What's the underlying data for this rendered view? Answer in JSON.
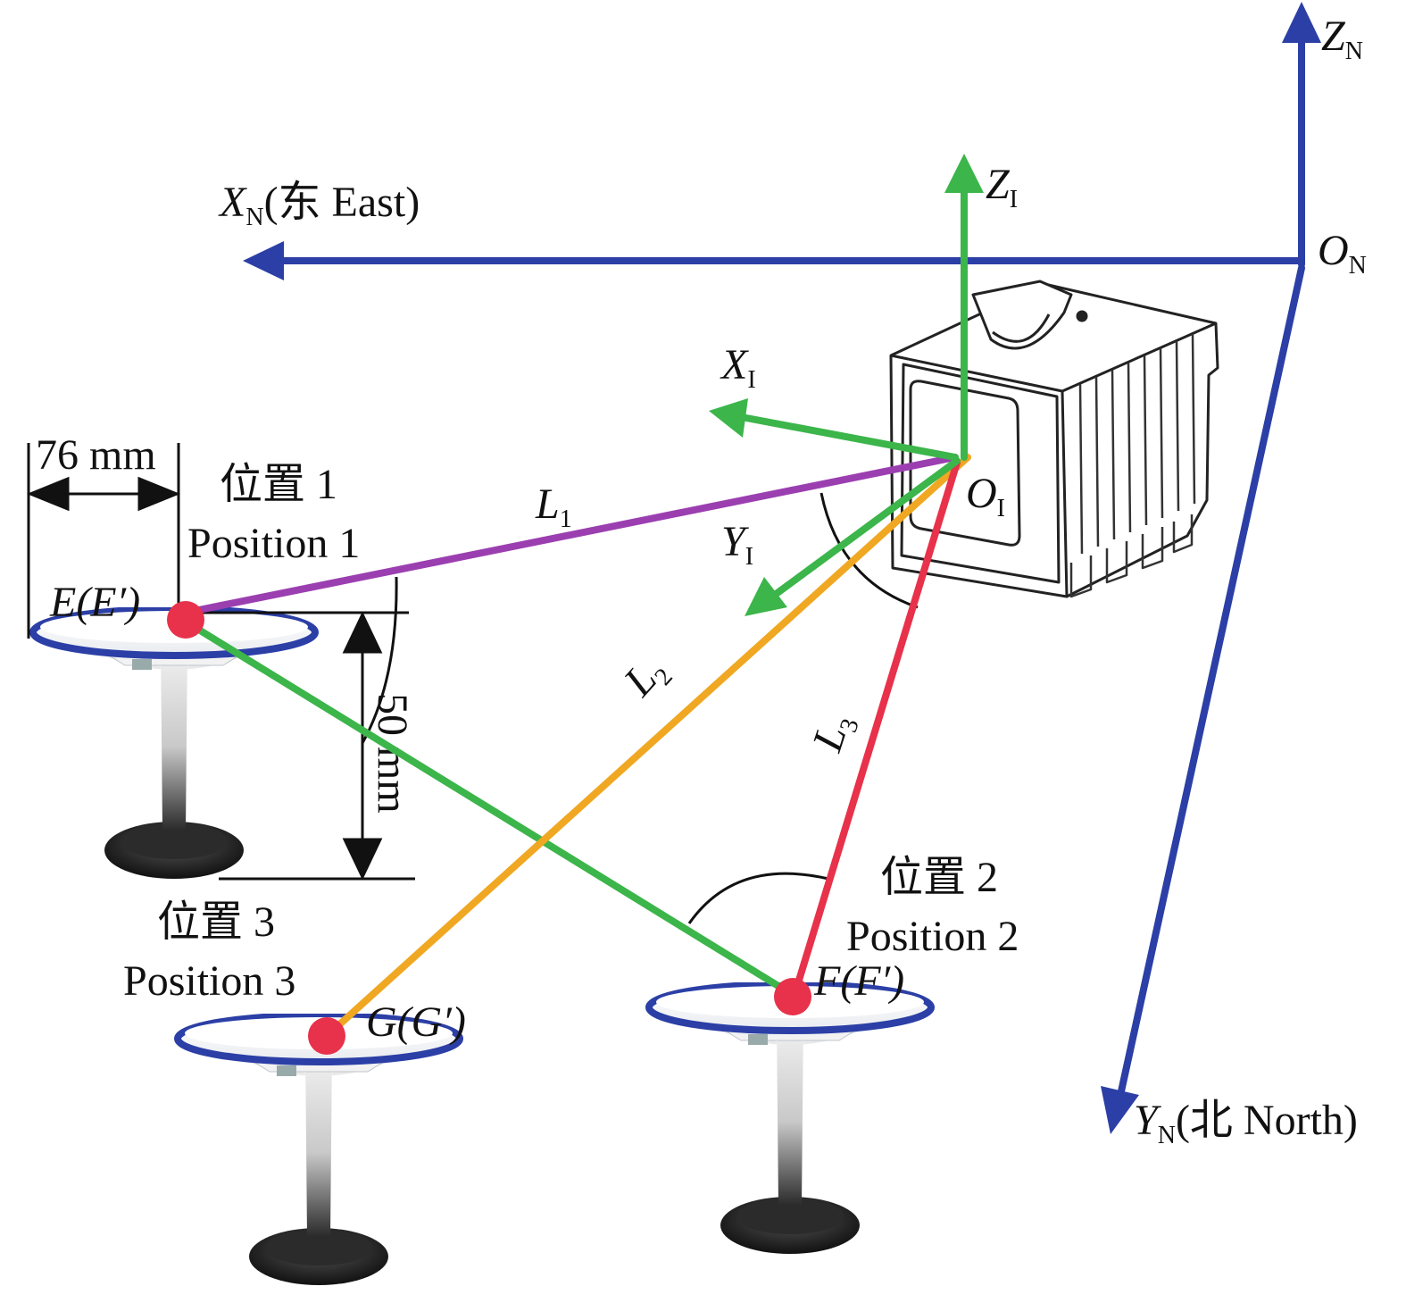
{
  "colors": {
    "nav_axis": "#2b3fa6",
    "imu_axis": "#3cb54a",
    "l1": "#9b3fb0",
    "l2": "#f0a722",
    "l3": "#e8314a",
    "point": "#e8314a",
    "antenna_ring": "#2b3fa6"
  },
  "nav_frame": {
    "x_axis": {
      "letter": "X",
      "sub": "N",
      "tail": "(东 East)"
    },
    "y_axis": {
      "letter": "Y",
      "sub": "N",
      "tail": "(北 North)"
    },
    "z_axis": {
      "letter": "Z",
      "sub": "N"
    },
    "origin": {
      "letter": "O",
      "sub": "N"
    }
  },
  "imu_frame": {
    "x_axis": {
      "letter": "X",
      "sub": "I"
    },
    "y_axis": {
      "letter": "Y",
      "sub": "I"
    },
    "z_axis": {
      "letter": "Z",
      "sub": "I"
    },
    "origin": {
      "letter": "O",
      "sub": "I"
    }
  },
  "segments": {
    "l1": {
      "letter": "L",
      "sub": "1"
    },
    "l2": {
      "letter": "L",
      "sub": "2"
    },
    "l3": {
      "letter": "L",
      "sub": "3"
    }
  },
  "points": {
    "e": {
      "label": "E(E′)"
    },
    "f": {
      "label": "F(F′)"
    },
    "g": {
      "label": "G(G′)"
    }
  },
  "positions": {
    "p1": {
      "cn": "位置 1",
      "en": "Position 1"
    },
    "p2": {
      "cn": "位置 2",
      "en": "Position 2"
    },
    "p3": {
      "cn": "位置 3",
      "en": "Position 3"
    }
  },
  "dimensions": {
    "width": "76 mm",
    "height": "50 mm"
  },
  "icons": {
    "imu_device": "imu-box-icon",
    "antenna": "gnss-antenna-icon"
  }
}
